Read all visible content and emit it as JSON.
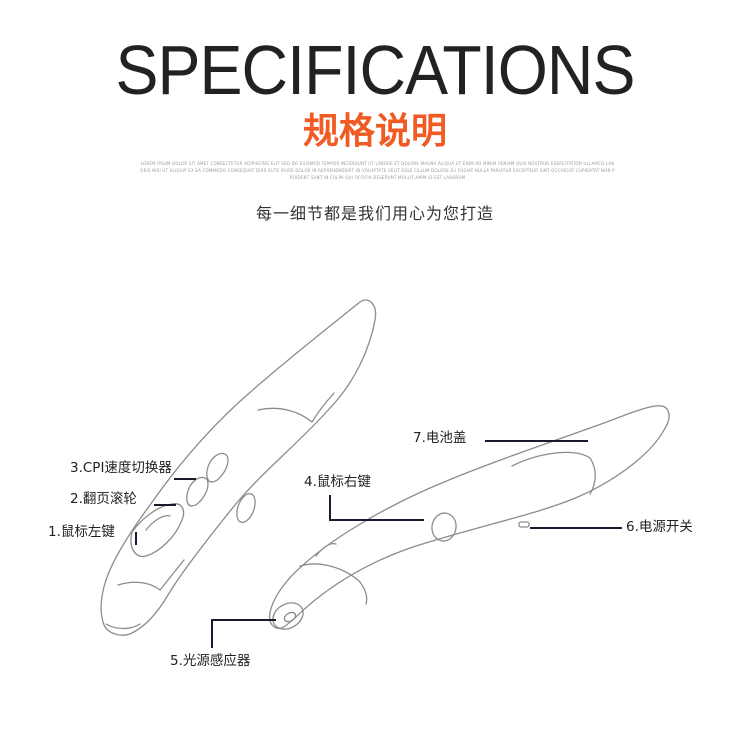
{
  "header": {
    "title": "SPECIFICATIONS",
    "subtitle": "规格说明",
    "tagline": "每一细节都是我们用心为您打造"
  },
  "callouts": {
    "cpi": "3.CPI速度切换器",
    "scroll": "2.翻页滚轮",
    "left_key": "1.鼠标左键",
    "right_key": "4.鼠标右键",
    "battery": "7.电池盖",
    "power": "6.电源开关",
    "sensor": "5.光源感应器"
  },
  "colors": {
    "accent": "#f15a22",
    "text": "#222222",
    "leader": "#1a1a2e",
    "outline": "#8c8c8c"
  }
}
